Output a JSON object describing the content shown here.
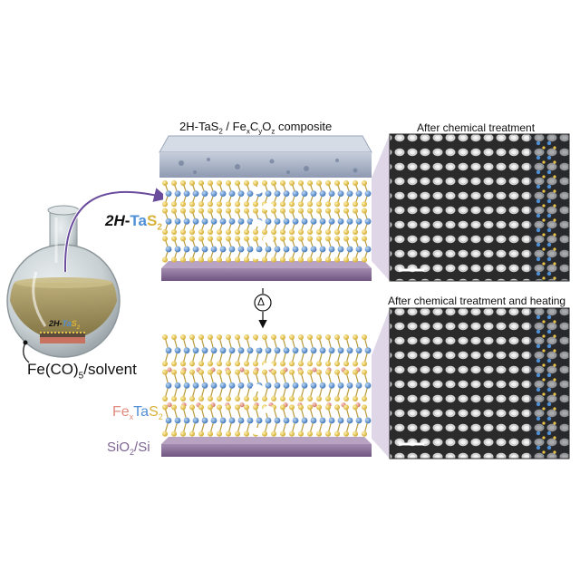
{
  "flask": {
    "crystal_label": {
      "prefix": "2H-",
      "ta": "Ta",
      "s": "S",
      "sub": "2"
    },
    "solution_label": {
      "pre": "Fe(CO)",
      "sub": "5",
      "post": "/solvent"
    }
  },
  "top_panel": {
    "composite_title": {
      "a": "2H-TaS",
      "a_sub": "2",
      "b": " / Fe",
      "x": "x",
      "c": "C",
      "y": "y",
      "o": "O",
      "z": "z",
      "d": " composite"
    },
    "crystal_label": {
      "prefix": "2H",
      "dash": "-",
      "ta": "Ta",
      "s": "S",
      "sub": "2"
    }
  },
  "heat_symbol": "Δ",
  "bottom_panel": {
    "fe_label": {
      "fe": "Fe",
      "x": "x",
      "ta": "Ta",
      "s": "S",
      "sub": "2"
    },
    "substrate_label": {
      "a": "SiO",
      "sub": "2",
      "b": "/Si"
    }
  },
  "micrographs": [
    {
      "title": "After chemical treatment"
    },
    {
      "title": "After chemical treatment and heating"
    }
  ],
  "colors": {
    "sulfur": "#e8c64a",
    "tantalum": "#4f8fd6",
    "iron": "#e08a7e",
    "substrate": "#8a6d93",
    "arrow": "#6a4c9c",
    "composite": "#aab4c8"
  }
}
